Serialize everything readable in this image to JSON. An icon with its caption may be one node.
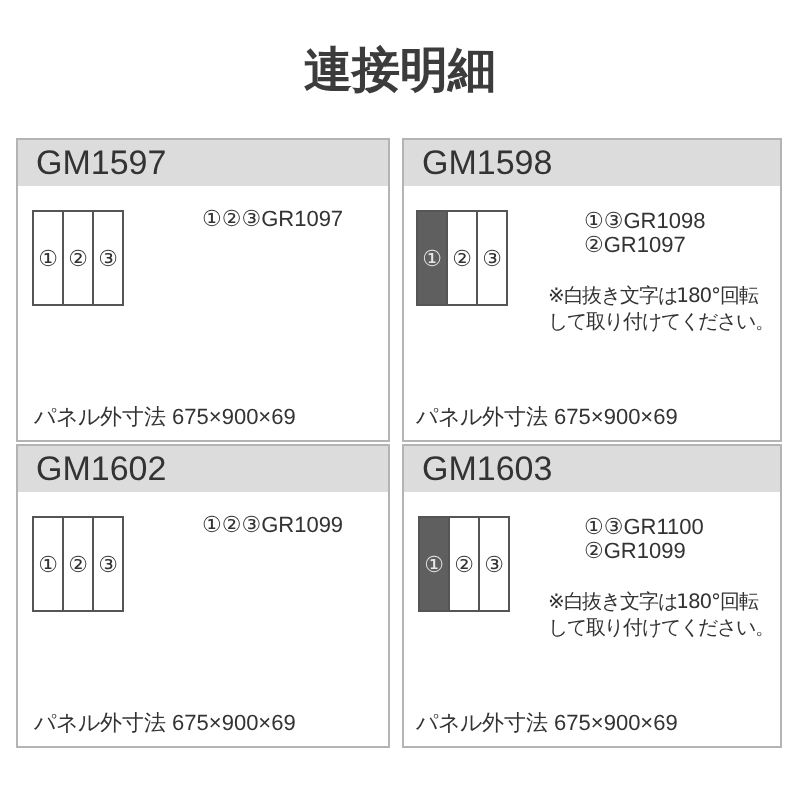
{
  "diagram": {
    "title": "連接明細",
    "nodes": [
      {
        "text": [
          "GM1597",
          "①②③GR1097",
          "パネル外寸法 675×900×69"
        ]
      },
      {
        "text": [
          "①"
        ],
        "in": 0
      },
      {
        "text": [
          "②"
        ],
        "in": 0
      },
      {
        "text": [
          "③"
        ],
        "in": 0
      },
      {
        "text": [
          "GM1598",
          "①③GR1098",
          "②GR1097",
          "※白抜き文字は180°回転して取り付けてください。",
          "パネル外寸法 675×900×69"
        ]
      },
      {
        "text": [
          "①"
        ],
        "in": 4
      },
      {
        "text": [
          "②"
        ],
        "in": 4
      },
      {
        "text": [
          "③"
        ],
        "in": 4
      },
      {
        "text": [
          "GM1602",
          "①②③GR1099",
          "パネル外寸法 675×900×69"
        ]
      },
      {
        "text": [
          "①"
        ],
        "in": 8
      },
      {
        "text": [
          "②"
        ],
        "in": 8
      },
      {
        "text": [
          "③"
        ],
        "in": 8
      },
      {
        "text": [
          "GM1603",
          "①③GR1100",
          "②GR1099",
          "※白抜き文字は180°回転して取り付けてください。",
          "パネル外寸法 675×900×69"
        ]
      },
      {
        "text": [
          "①"
        ],
        "in": 12
      },
      {
        "text": [
          "②"
        ],
        "in": 12
      },
      {
        "text": [
          "③"
        ],
        "in": 12
      }
    ]
  }
}
